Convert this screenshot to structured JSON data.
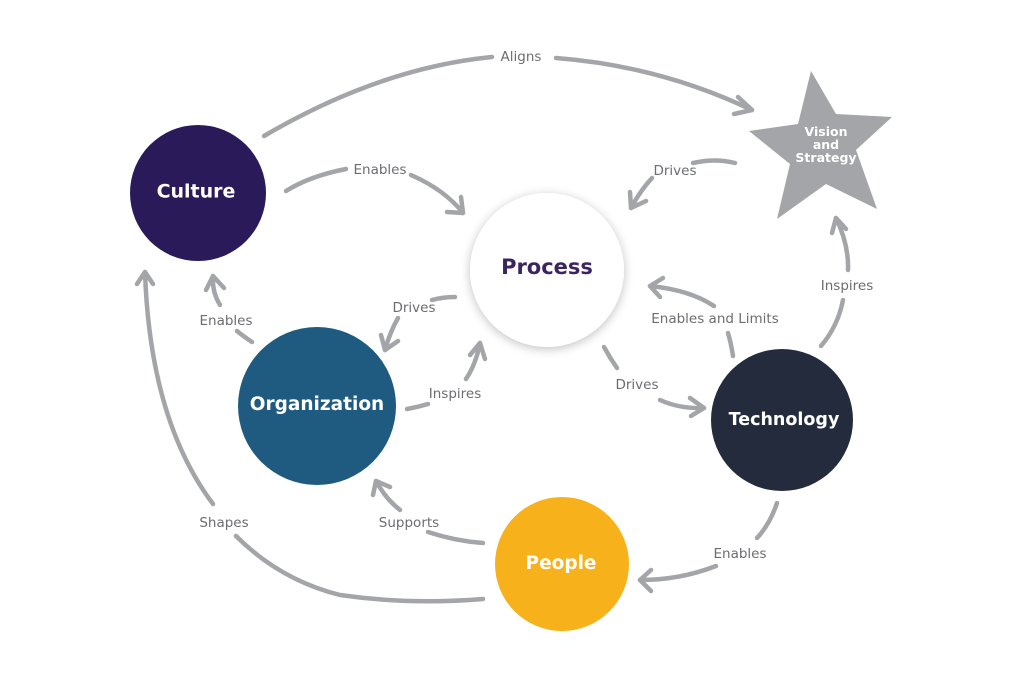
{
  "nodes": {
    "culture": {
      "label": "Culture",
      "color": "#2b1a5a"
    },
    "process": {
      "label": "Process",
      "color": "#ffffff",
      "text_color": "#3b2460"
    },
    "organization": {
      "label": "Organization",
      "color": "#1f5a80"
    },
    "technology": {
      "label": "Technology",
      "color": "#232b3c"
    },
    "people": {
      "label": "People",
      "color": "#f7b21b"
    },
    "vision": {
      "line1": "Vision",
      "line2": "and",
      "line3": "Strategy",
      "color": "#a3a5a8"
    }
  },
  "edges": [
    {
      "from": "Culture",
      "to": "Vision and Strategy",
      "label": "Aligns"
    },
    {
      "from": "Culture",
      "to": "Process",
      "label": "Enables"
    },
    {
      "from": "Vision and Strategy",
      "to": "Process",
      "label": "Drives"
    },
    {
      "from": "Process",
      "to": "Organization",
      "label": "Drives"
    },
    {
      "from": "Organization",
      "to": "Culture",
      "label": "Enables"
    },
    {
      "from": "Organization",
      "to": "Process",
      "label": "Inspires"
    },
    {
      "from": "Technology",
      "to": "Process",
      "label": "Enables and Limits"
    },
    {
      "from": "Technology",
      "to": "Vision and Strategy",
      "label": "Inspires"
    },
    {
      "from": "Process",
      "to": "Technology",
      "label": "Drives"
    },
    {
      "from": "Technology",
      "to": "People",
      "label": "Enables"
    },
    {
      "from": "People",
      "to": "Organization",
      "label": "Supports"
    },
    {
      "from": "People",
      "to": "Culture",
      "label": "Shapes"
    }
  ],
  "colors": {
    "edge": "#a3a5a8",
    "edge_label": "#6b6d70"
  }
}
